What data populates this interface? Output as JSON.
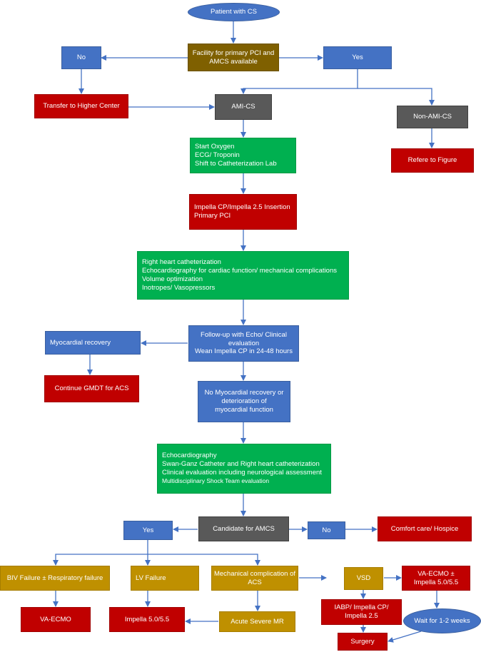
{
  "colors": {
    "blue": "#4472c4",
    "brown": "#7f6000",
    "red": "#c00000",
    "gray": "#595959",
    "green": "#00b050",
    "gold": "#bf9000",
    "arrow": "#4472c4"
  },
  "nodes": {
    "patient_with_cs": "Patient with CS",
    "facility_check": "Facility for primary PCI and\nAMCS available",
    "no_top": "No",
    "yes_top": "Yes",
    "transfer": "Transfer to Higher Center",
    "ami_cs": "AMI-CS",
    "non_ami_cs": "Non-AMI-CS",
    "refer_figure": "Refere to Figure",
    "initial_steps": "Start Oxygen\nECG/ Troponin\nShift to Catheterization Lab",
    "impella_insertion": "Impella CP/Impella 2.5 Insertion\nPrimary PCI",
    "rhc_block": "Right heart catheterization\nEchocardiography for cardiac function/ mechanical complications\nVolume optimization\nInotropes/ Vasopressors",
    "followup": "Follow-up with Echo/ Clinical\nevaluation\nWean Impella CP in 24-48 hours",
    "myocardial_recovery": "Myocardial recovery",
    "continue_gmdt": "Continue GMDT for ACS",
    "no_recovery": "No Myocardial recovery or\ndeterioration of\nmyocardial function",
    "echo_block": "Echocardiography\n Swan-Ganz Catheter and Right heart catheterization\nClinical evaluation including neurological assessment",
    "echo_block_small": "Multidisciplinary Shock Team evaluation",
    "candidate_amcs": "Candidate for AMCS",
    "yes_mid": "Yes",
    "no_mid": "No",
    "comfort_care": "Comfort care/ Hospice",
    "biv_failure": "BIV Failure ± Respiratory failure",
    "lv_failure": "LV Failure",
    "mech_complication": "Mechanical complication of\nACS",
    "vsd": "VSD",
    "va_ecmo_impella": "VA-ECMO ±\nImpella 5.0/5.5",
    "va_ecmo": "VA-ECMO",
    "impella_55": "Impella 5.0/5.5",
    "acute_mr": "Acute Severe MR",
    "iabp": "IABP/ Impella CP/\nImpella 2.5",
    "wait": "Wait for 1-2 weeks",
    "surgery": "Surgery"
  }
}
